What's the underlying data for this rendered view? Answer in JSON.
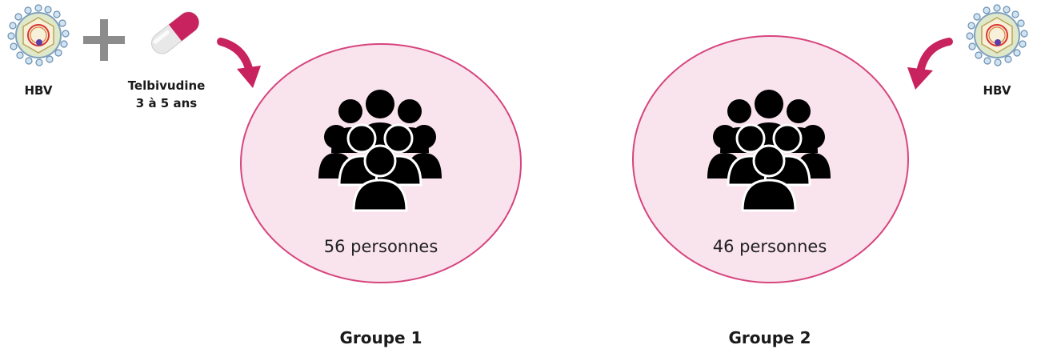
{
  "group1": {
    "virus_label": "HBV",
    "treatment_label_line1": "Telbivudine",
    "treatment_label_line2": "3 à 5 ans",
    "count_label": "56 personnes",
    "title": "Groupe 1",
    "icons": [
      "virus-icon",
      "plus-icon",
      "pill-capsule-icon",
      "curved-arrow-icon",
      "people-group-icon"
    ]
  },
  "group2": {
    "virus_label": "HBV",
    "count_label": "46 personnes",
    "title": "Groupe 2",
    "icons": [
      "virus-icon",
      "curved-arrow-icon",
      "people-group-icon"
    ]
  },
  "colors": {
    "circle_fill": "#f9e3ec",
    "circle_stroke": "#d6457e",
    "arrow": "#c8235f",
    "pill_top": "#c8235f",
    "plus": "#8c8c8c",
    "people": "#000000"
  }
}
